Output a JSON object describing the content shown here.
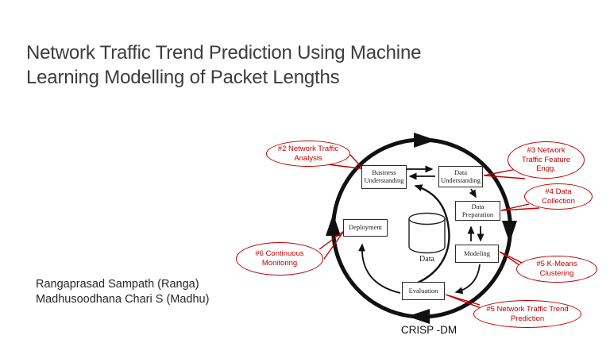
{
  "slide": {
    "title_lines": [
      "Network Traffic Trend Prediction Using Machine",
      "Learning Modelling of Packet Lengths"
    ],
    "authors": [
      "Rangaprasad Sampath (Ranga)",
      "Madhusoodhana Chari S (Madhu)"
    ],
    "caption": "CRISP -DM"
  },
  "diagram": {
    "kind": "CRISP-DM process cycle",
    "nodes": {
      "business_understanding": {
        "label": "Business Understanding"
      },
      "data_understanding": {
        "label": "Data Understanding"
      },
      "data_preparation": {
        "label": "Data Preparation"
      },
      "modeling": {
        "label": "Modeling"
      },
      "evaluation": {
        "label": "Evaluation"
      },
      "deployment": {
        "label": "Deployment"
      },
      "data_store": {
        "label": "Data"
      }
    },
    "callouts": {
      "traffic_analysis": {
        "text": "#2 Network Traffic Analysis",
        "points_to": "business_understanding"
      },
      "feature_engg": {
        "text": "#3 Network Traffic Feature Engg.",
        "points_to": "data_understanding"
      },
      "data_collection": {
        "text": "#4 Data Collection",
        "points_to": "data_preparation"
      },
      "kmeans_clustering": {
        "text": "#5 K-Means Clustering",
        "points_to": "modeling"
      },
      "trend_prediction": {
        "text": "#5 Network Traffic Trend Prediction",
        "points_to": "evaluation"
      },
      "continuous_monitoring": {
        "text": "#6 Continuous Monitoring",
        "points_to": "deployment"
      }
    }
  },
  "colors": {
    "annotation_red": "#c00000",
    "diagram_stroke": "#111111",
    "title_text": "#3d3d3d",
    "body_text": "#262626",
    "background": "#ffffff"
  }
}
